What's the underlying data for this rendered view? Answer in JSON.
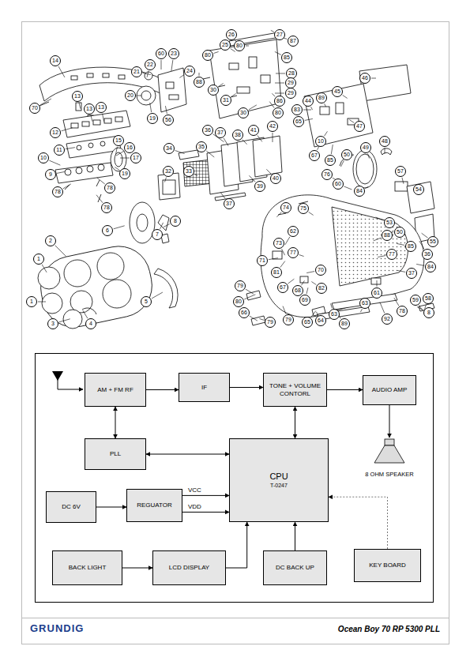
{
  "diagram": {
    "nodes": [
      {
        "text": [
          "AM + FM RF"
        ]
      },
      {
        "text": [
          "IF"
        ]
      },
      {
        "text": [
          "TONE + VOLUME CONTORL"
        ]
      },
      {
        "text": [
          "AUDIO AMP"
        ]
      },
      {
        "text": [
          "PLL"
        ]
      },
      {
        "text": [
          "CPU",
          "T-0247"
        ]
      },
      {
        "text": [
          "DC 6V"
        ]
      },
      {
        "text": [
          "REGUATOR"
        ]
      },
      {
        "text": [
          "BACK LIGHT"
        ]
      },
      {
        "text": [
          "LCD DISPLAY"
        ]
      },
      {
        "text": [
          "DC BACK UP"
        ]
      },
      {
        "text": [
          "KEY BOARD"
        ]
      }
    ],
    "edges": [
      {
        "from": 0,
        "to": 1,
        "arrow": "to"
      },
      {
        "from": 1,
        "to": 2,
        "arrow": "to"
      },
      {
        "from": 2,
        "to": 3,
        "arrow": "to"
      },
      {
        "from": 0,
        "to": 4,
        "arrow": "both"
      },
      {
        "from": 2,
        "to": 5,
        "arrow": "both"
      },
      {
        "from": 4,
        "to": 5,
        "arrow": "both"
      },
      {
        "from": 6,
        "to": 7,
        "arrow": "to"
      },
      {
        "from": 7,
        "to": 5,
        "label": "VCC",
        "arrow": "to"
      },
      {
        "from": 7,
        "to": 5,
        "label": "VDD",
        "arrow": "to"
      },
      {
        "from": 8,
        "to": 9,
        "arrow": "to"
      },
      {
        "from": 9,
        "to": 5,
        "arrow": "to"
      },
      {
        "from": 10,
        "to": 5,
        "arrow": "to"
      },
      {
        "from": 11,
        "to": 5,
        "arrow": "to"
      }
    ],
    "labels": [
      "14",
      "70",
      "13",
      "13",
      "13",
      "12",
      "11",
      "15",
      "16",
      "17",
      "10",
      "9",
      "78",
      "78",
      "78",
      "19",
      "21",
      "22",
      "60",
      "23",
      "24",
      "20",
      "19",
      "56",
      "34",
      "32",
      "33",
      "35",
      "36",
      "37",
      "38",
      "41",
      "42",
      "39",
      "40",
      "37",
      "8",
      "7",
      "6",
      "2",
      "1",
      "1",
      "3",
      "4",
      "5",
      "26",
      "27",
      "87",
      "25",
      "80",
      "80",
      "85",
      "28",
      "29",
      "29",
      "88",
      "30",
      "31",
      "30",
      "80",
      "86",
      "46",
      "45",
      "89",
      "44",
      "83",
      "65",
      "47",
      "10",
      "67",
      "85",
      "50",
      "49",
      "48",
      "76",
      "60",
      "84",
      "57",
      "54",
      "74",
      "75",
      "53",
      "50",
      "88",
      "55",
      "85",
      "36",
      "84",
      "77",
      "37",
      "62",
      "73",
      "77",
      "71",
      "81",
      "70",
      "67",
      "68",
      "82",
      "69",
      "61",
      "79",
      "80",
      "58",
      "59",
      "63",
      "78",
      "8",
      "66",
      "79",
      "79",
      "65",
      "64",
      "63",
      "92",
      "89",
      "8 OHM SPEAKER",
      "GRUNDIG",
      "Ocean Boy 70  RP 5300 PLL"
    ]
  }
}
